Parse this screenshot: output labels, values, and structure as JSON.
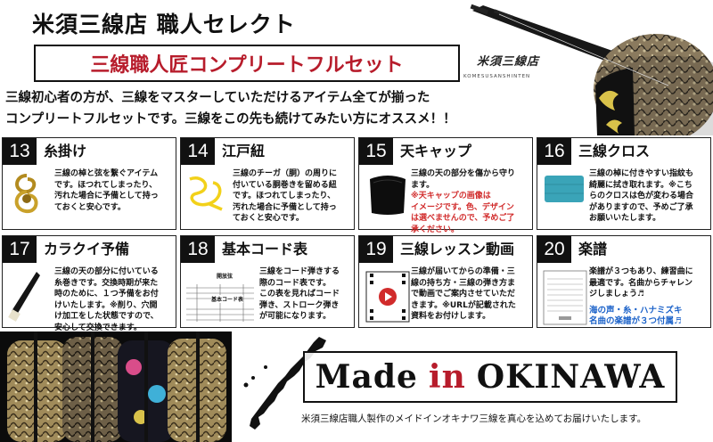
{
  "header": {
    "store_title": "米須三線店 職人セレクト",
    "set_title": "三線職人匠コンプリートフルセット",
    "intro_line1": "三線初心者の方が、三線をマスターしていただけるアイテム全てが揃った",
    "intro_line2": "コンプリートフルセットです。三線をこの先も続けてみたい方にオススメ！！",
    "logo_text": "米須三線店",
    "logo_sub": "KOMESUSANSHINTEN"
  },
  "items": [
    {
      "num": "13",
      "title": "糸掛け",
      "desc": [
        "三線の棹と弦を繋ぐアイテム",
        "です。ほつれてしまったり、",
        "汚れた場合に予備として持っ",
        "ておくと安心です。"
      ],
      "icon": "coiled-cord-icon"
    },
    {
      "num": "14",
      "title": "江戸紐",
      "desc": [
        "三線のチーガ（胴）の周りに",
        "付いている胴巻きを留める紐",
        "です。ほつれてしまったり、",
        "汚れた場合に予備として持っ",
        "ておくと安心です。"
      ],
      "icon": "yellow-cord-icon"
    },
    {
      "num": "15",
      "title": "天キャップ",
      "desc": [
        "三線の天の部分を傷から守り",
        "ます。"
      ],
      "desc_red": [
        "※天キャップの画像は",
        "イメージです。色、デザイン",
        "は選べませんので、予めご了",
        "承ください。"
      ],
      "icon": "black-cap-icon"
    },
    {
      "num": "16",
      "title": "三線クロス",
      "desc": [
        "三線の棹に付きやすい指紋も",
        "綺麗に拭き取れます。※こち",
        "らのクロスは色が変わる場合",
        "がありますので、予めご了承",
        "お願いいたします。"
      ],
      "icon": "cloth-icon"
    },
    {
      "num": "17",
      "title": "カラクイ予備",
      "desc": [
        "三線の天の部分に付いている",
        "糸巻きです。交換時期が来た",
        "時のために、１つ予備をお付",
        "けいたします。※削り、穴開",
        "け加工をした状態ですので、",
        "安心して交換できます。"
      ],
      "icon": "tuning-peg-icon"
    },
    {
      "num": "18",
      "title": "基本コード表",
      "desc": [
        "三線をコード弾きする",
        "際のコード表です。",
        "この表を見ればコード",
        "弾き、ストローク弾き",
        "が可能になります。"
      ],
      "icon": "chord-chart-icon",
      "chart_label1": "開放弦",
      "chart_label2": "基本コード表"
    },
    {
      "num": "19",
      "title": "三線レッスン動画",
      "desc": [
        "三線が届いてからの準備・三",
        "線の持ち方・三線の弾き方ま",
        "で動画でご案内させていただ",
        "きます。※URLが記載された",
        "資料をお付けします。"
      ],
      "icon": "video-play-icon"
    },
    {
      "num": "20",
      "title": "楽譜",
      "desc": [
        "楽譜が３つもあり、練習曲に",
        "最適です。名曲からチャレン",
        "ジしましょう♬"
      ],
      "desc_blue": [
        "海の声・糸・ハナミズキ",
        "名曲の楽譜が３つ付属♬"
      ],
      "icon": "sheet-music-icon"
    }
  ],
  "footer": {
    "made": "Made",
    "in": "in",
    "okinawa": "OKINAWA",
    "caption": "米須三線店職人製作のメイドインオキナワ三線を真心を込めてお届けいたします。"
  },
  "colors": {
    "accent_red": "#b71c2b",
    "warning_red": "#d12b2b",
    "blue": "#1b62c9",
    "black": "#111111"
  }
}
